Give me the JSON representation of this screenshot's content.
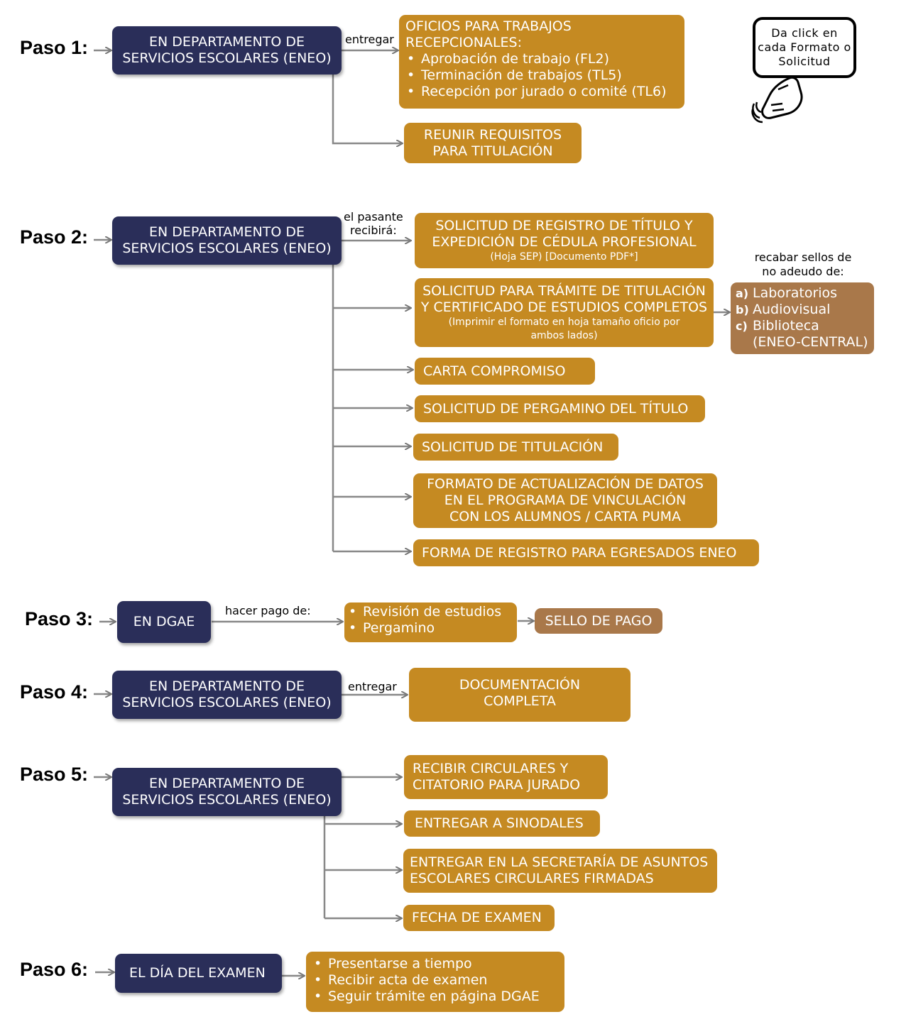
{
  "hint": {
    "text": "Da click en cada Formato o Solicitud"
  },
  "steps": {
    "s1": {
      "label": "Paso 1:",
      "box": [
        "EN DEPARTAMENTO DE",
        "SERVICIOS ESCOLARES (ENEO)"
      ],
      "connector": "entregar",
      "oficios_title": [
        "OFICIOS PARA TRABAJOS",
        "RECEPCIONALES:"
      ],
      "oficios_items": [
        "Aprobación de trabajo (FL2)",
        "Terminación de trabajos (TL5)",
        "Recepción por jurado o comité (TL6)"
      ],
      "requisitos": [
        "REUNIR REQUISITOS",
        "PARA TITULACIÓN"
      ]
    },
    "s2": {
      "label": "Paso 2:",
      "box": [
        "EN DEPARTAMENTO DE",
        "SERVICIOS ESCOLARES (ENEO)"
      ],
      "connector": [
        "el pasante",
        "recibirá:"
      ],
      "registro": [
        "SOLICITUD DE REGISTRO DE TÍTULO Y",
        "EXPEDICIÓN DE CÉDULA PROFESIONAL",
        "(Hoja SEP) [Documento PDF*]"
      ],
      "tramite": [
        "SOLICITUD PARA TRÁMITE DE TITULACIÓN",
        "Y CERTIFICADO DE ESTUDIOS COMPLETOS",
        "(Imprimir el formato en hoja tamaño oficio por",
        "ambos lados)"
      ],
      "sellos_title": [
        "recabar sellos de",
        "no adeudo de:"
      ],
      "sellos": [
        {
          "letter": "a)",
          "text": "Laboratorios"
        },
        {
          "letter": "b)",
          "text": "Audiovisual"
        },
        {
          "letter": "c)",
          "text": "Biblioteca"
        }
      ],
      "sellos_extra": "(ENEO-CENTRAL)",
      "carta": "CARTA COMPROMISO",
      "pergamino": "SOLICITUD DE PERGAMINO DEL TÍTULO",
      "titulacion": "SOLICITUD DE TITULACIÓN",
      "actualizacion": [
        "FORMATO DE ACTUALIZACIÓN DE DATOS",
        "EN EL PROGRAMA DE VINCULACIÓN",
        "CON LOS ALUMNOS / CARTA PUMA"
      ],
      "egresados": "FORMA DE REGISTRO PARA EGRESADOS ENEO"
    },
    "s3": {
      "label": "Paso 3:",
      "box": "EN DGAE",
      "connector": "hacer pago de:",
      "items": [
        "Revisión de estudios",
        "Pergamino"
      ],
      "sello": "SELLO DE PAGO"
    },
    "s4": {
      "label": "Paso 4:",
      "box": [
        "EN DEPARTAMENTO DE",
        "SERVICIOS ESCOLARES (ENEO)"
      ],
      "connector": "entregar",
      "doc": [
        "DOCUMENTACIÓN",
        "COMPLETA"
      ]
    },
    "s5": {
      "label": "Paso 5:",
      "box": [
        "EN DEPARTAMENTO DE",
        "SERVICIOS ESCOLARES (ENEO)"
      ],
      "circulares": [
        "RECIBIR CIRCULARES Y",
        "CITATORIO PARA JURADO"
      ],
      "sinodales": "ENTREGAR A SINODALES",
      "secretaria": [
        "ENTREGAR EN LA SECRETARÍA DE ASUNTOS",
        "ESCOLARES CIRCULARES FIRMADAS"
      ],
      "fecha": "FECHA DE EXAMEN"
    },
    "s6": {
      "label": "Paso 6:",
      "box": "EL DÍA DEL EXAMEN",
      "items": [
        "Presentarse a tiempo",
        "Recibir acta de examen",
        "Seguir trámite en página DGAE"
      ]
    }
  }
}
